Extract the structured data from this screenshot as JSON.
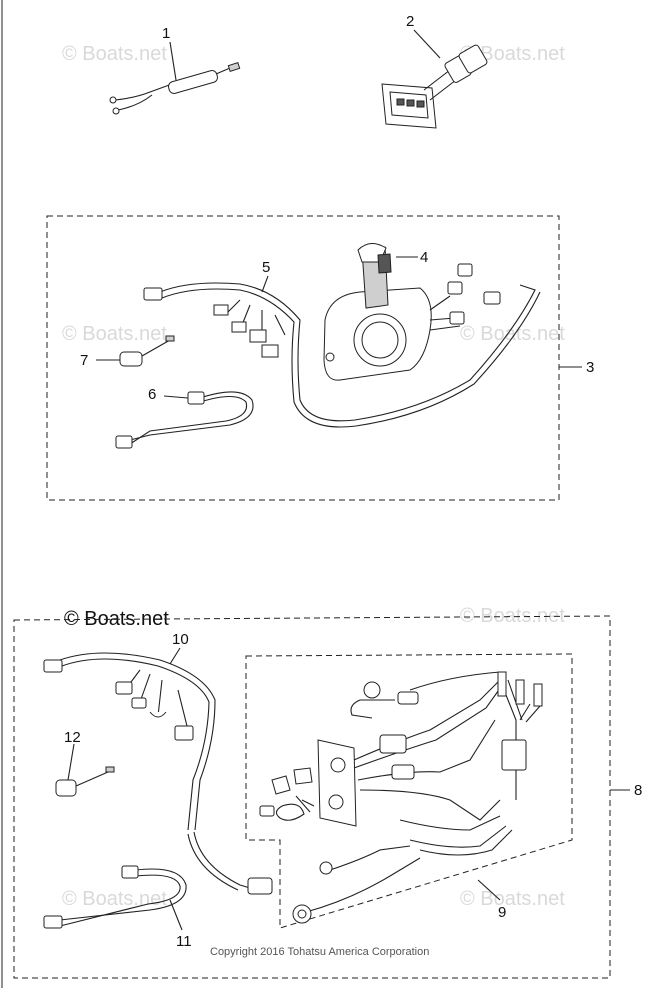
{
  "watermarks": [
    "© Boats.net",
    "© Boats.net",
    "© Boats.net",
    "© Boats.net",
    "© Boats.net",
    "© Boats.net",
    "© Boats.net"
  ],
  "top_watermark": "© Boats.net",
  "copyright": "Copyright 2016 Tohatsu America Corporation",
  "callouts": [
    "1",
    "2",
    "3",
    "4",
    "5",
    "6",
    "7",
    "8",
    "9",
    "10",
    "11",
    "12"
  ]
}
